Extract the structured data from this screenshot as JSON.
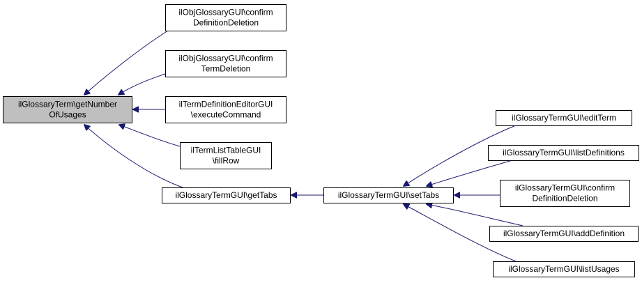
{
  "colors": {
    "edge": "#191970",
    "root_fill": "#bfbfbf",
    "node_fill": "#ffffff"
  },
  "nodes": {
    "root": [
      "ilGlossaryTerm\\getNumber",
      "OfUsages"
    ],
    "confirm_definition_deletion_obj": [
      "ilObjGlossaryGUI\\confirm",
      "DefinitionDeletion"
    ],
    "confirm_term_deletion_obj": [
      "ilObjGlossaryGUI\\confirm",
      "TermDeletion"
    ],
    "execute_command": [
      "ilTermDefinitionEditorGUI",
      "\\executeCommand"
    ],
    "fill_row": [
      "ilTermListTableGUI",
      "\\fillRow"
    ],
    "get_tabs": [
      "ilGlossaryTermGUI\\getTabs"
    ],
    "set_tabs": [
      "ilGlossaryTermGUI\\setTabs"
    ],
    "edit_term": [
      "ilGlossaryTermGUI\\editTerm"
    ],
    "list_definitions": [
      "ilGlossaryTermGUI\\listDefinitions"
    ],
    "confirm_definition_deletion_term": [
      "ilGlossaryTermGUI\\confirm",
      "DefinitionDeletion"
    ],
    "add_definition": [
      "ilGlossaryTermGUI\\addDefinition"
    ],
    "list_usages": [
      "ilGlossaryTermGUI\\listUsages"
    ]
  },
  "edges": [
    {
      "from": "confirm_definition_deletion_obj",
      "to": "root"
    },
    {
      "from": "confirm_term_deletion_obj",
      "to": "root"
    },
    {
      "from": "execute_command",
      "to": "root"
    },
    {
      "from": "fill_row",
      "to": "root"
    },
    {
      "from": "get_tabs",
      "to": "root"
    },
    {
      "from": "set_tabs",
      "to": "get_tabs"
    },
    {
      "from": "edit_term",
      "to": "set_tabs"
    },
    {
      "from": "list_definitions",
      "to": "set_tabs"
    },
    {
      "from": "confirm_definition_deletion_term",
      "to": "set_tabs"
    },
    {
      "from": "add_definition",
      "to": "set_tabs"
    },
    {
      "from": "list_usages",
      "to": "set_tabs"
    }
  ]
}
